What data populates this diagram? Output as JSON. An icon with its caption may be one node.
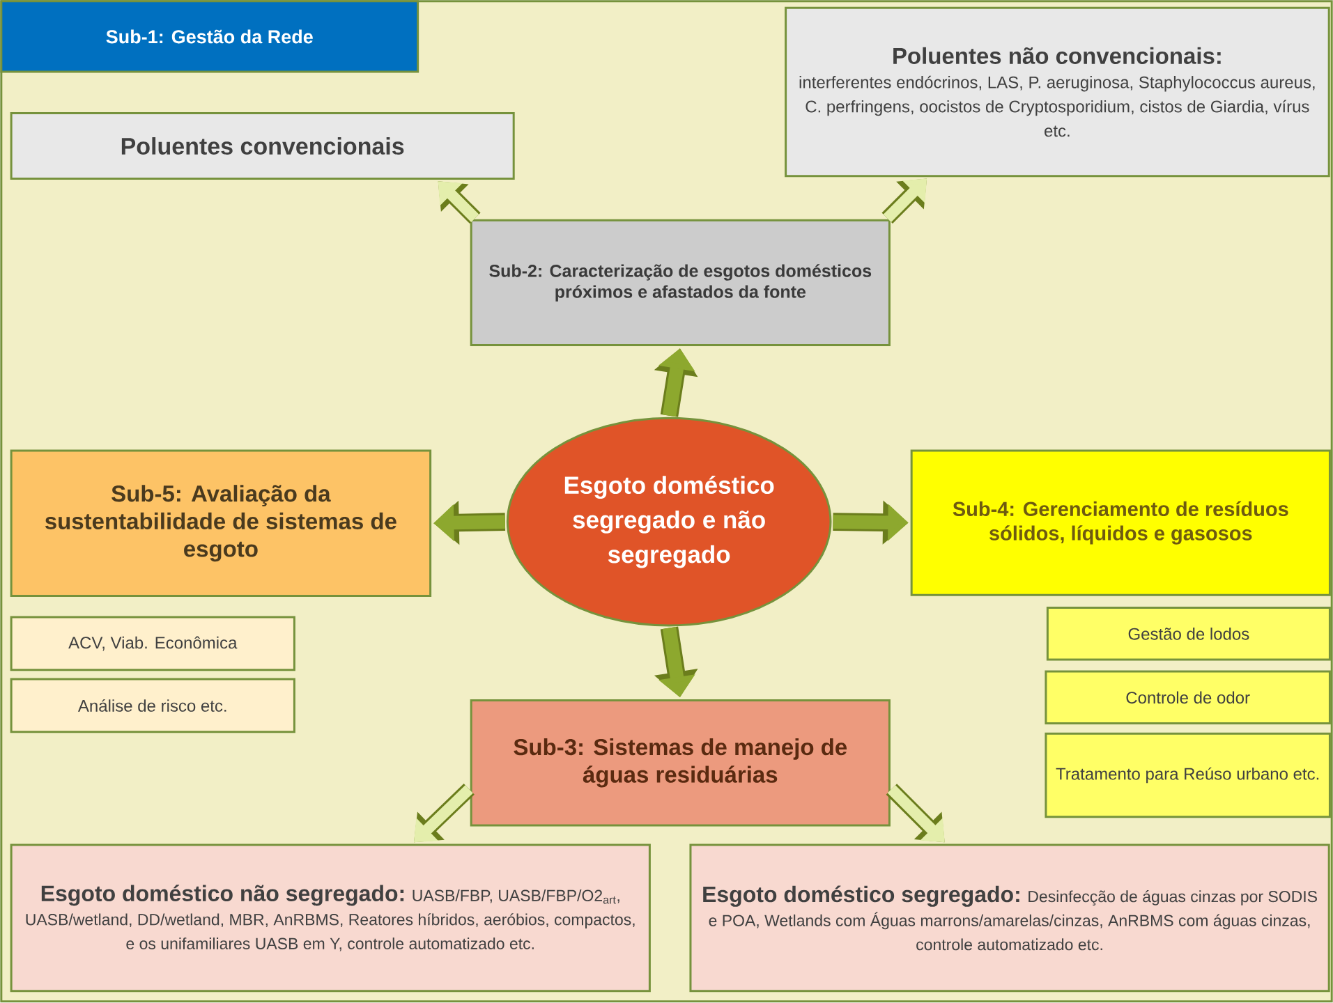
{
  "diagram": {
    "nodes": [
      {
        "text": [
          "Sub-1: Gestão da Rede"
        ]
      },
      {
        "text": [
          "Poluentes convencionais"
        ],
        "in": 0
      },
      {
        "text": [
          "Poluentes não convencionais:",
          "interferentes endócrinos, LAS, P. aeruginosa, Staphylococcus aureus, C. perfringens, oocistos de Cryptosporidium, cistos de Giardia, vírus etc."
        ],
        "in": 0
      },
      {
        "text": [
          "Sub-2: Caracterização de esgotos domésticos próximos e afastados da fonte"
        ],
        "in": 0
      },
      {
        "text": [
          "Esgoto doméstico segregado e não segregado"
        ],
        "in": 0
      },
      {
        "text": [
          "Sub-5: Avaliação da sustentabilidade de sistemas de esgoto"
        ],
        "in": 0
      },
      {
        "text": [
          "Sub-4: Gerenciamento de resíduos sólidos, líquidos e gasosos"
        ],
        "in": 0
      },
      {
        "text": [
          "ACV, Viab. Econômica"
        ],
        "in": 0
      },
      {
        "text": [
          "Análise de risco etc."
        ],
        "in": 0
      },
      {
        "text": [
          "Gestão de lodos"
        ],
        "in": 0
      },
      {
        "text": [
          "Controle de odor"
        ],
        "in": 0
      },
      {
        "text": [
          "Tratamento para Reúso urbano etc."
        ],
        "in": 0
      },
      {
        "text": [
          "Sub-3: Sistemas de manejo de águas residuárias"
        ],
        "in": 0
      },
      {
        "text": [
          "Esgoto doméstico não segregado:",
          "UASB/FBP, UASB/FBP/O2$_{art}$, UASB/wetland, DD/wetland, MBR, AnRBMS, Reatores híbridos, aeróbios, compactos, e os unifamiliares UASB em Y, controle automatizado etc."
        ],
        "in": 0
      },
      {
        "text": [
          "Esgoto doméstico segregado:",
          "Desinfecção de águas cinzas por SODIS e POA, Wetlands com Águas marrons/amarelas/cinzas, AnRBMS com águas cinzas, controle automatizado etc."
        ],
        "in": 0
      }
    ],
    "edges": [
      {
        "from": 4,
        "to": 3,
        "arrow": "to"
      },
      {
        "from": 4,
        "to": 5,
        "arrow": "to"
      },
      {
        "from": 4,
        "to": 6,
        "arrow": "to"
      },
      {
        "from": 4,
        "to": 12,
        "arrow": "to"
      },
      {
        "from": 3,
        "to": 1,
        "arrow": "to",
        "color": "#e4eeac"
      },
      {
        "from": 3,
        "to": 2,
        "arrow": "to",
        "color": "#e4eeac"
      },
      {
        "from": 12,
        "to": 13,
        "arrow": "to",
        "color": "#e4eeac"
      },
      {
        "from": 12,
        "to": 14,
        "arrow": "to",
        "color": "#e4eeac"
      }
    ]
  }
}
